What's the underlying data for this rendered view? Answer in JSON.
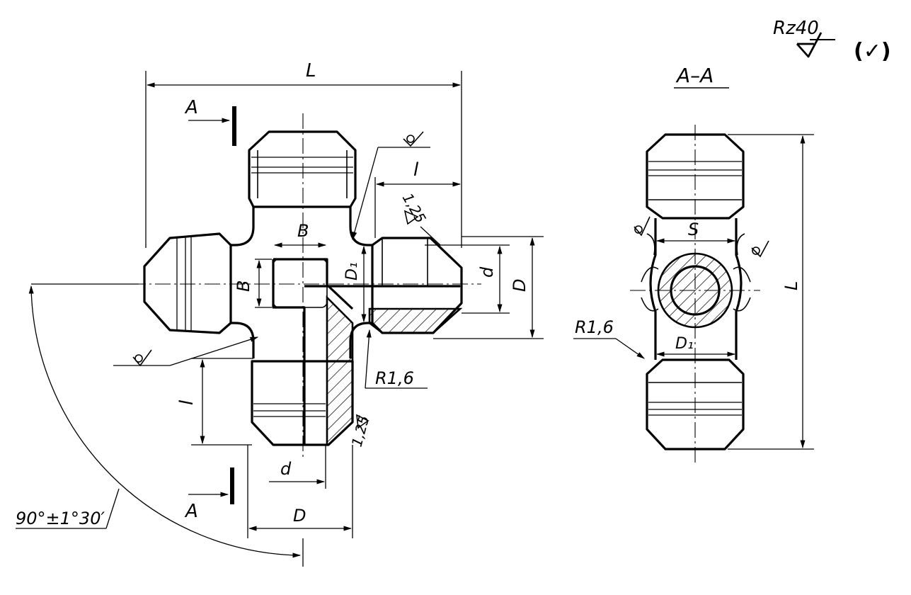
{
  "title": "",
  "section": {
    "label": "A–A"
  },
  "finish": {
    "main": "Rz40",
    "general": "(✓)",
    "face": "1,25"
  },
  "dimensions": {
    "L": "L",
    "B": "B",
    "D": "D",
    "d": "d",
    "D1": "D₁",
    "l": "l",
    "S": "S",
    "A": "A",
    "radius": "R1,6",
    "angle": "90°±1°30′"
  }
}
